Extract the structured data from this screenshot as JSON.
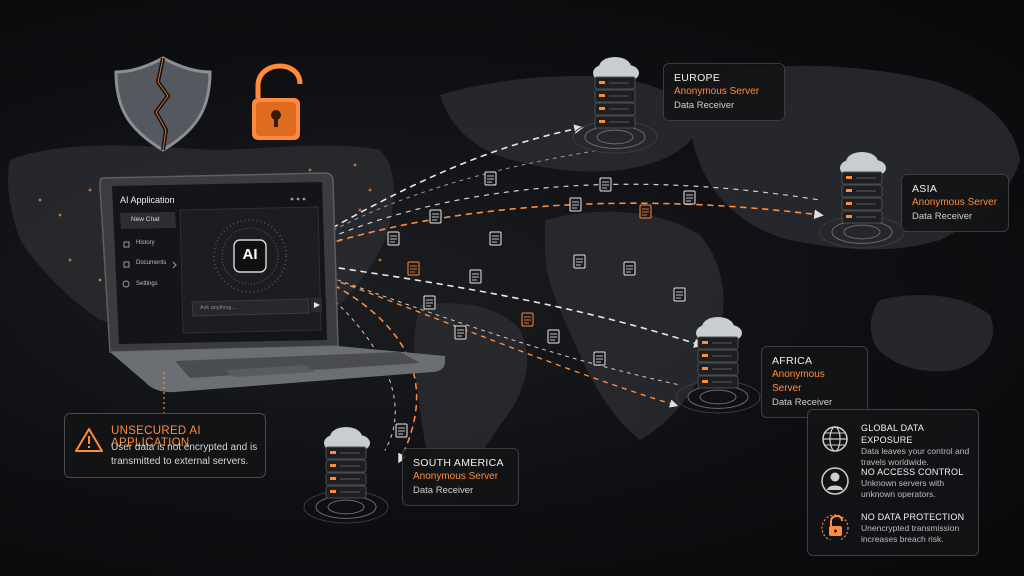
{
  "app": {
    "title": "AI Application",
    "new_chat": "New Chat",
    "nav": [
      "History",
      "Documents",
      "Settings"
    ],
    "ai_badge": "AI",
    "input_placeholder": "Ask anything..."
  },
  "servers": [
    {
      "region": "EUROPE",
      "kind": "Anonymous Server",
      "role": "Data Receiver"
    },
    {
      "region": "ASIA",
      "kind": "Anonymous Server",
      "role": "Data Receiver"
    },
    {
      "region": "AFRICA",
      "kind": "Anonymous Server",
      "role": "Data Receiver"
    },
    {
      "region": "SOUTH AMERICA",
      "kind": "Anonymous Server",
      "role": "Data Receiver"
    }
  ],
  "warning": {
    "title": "UNSECURED AI APPLICATION",
    "body": "User data is not encrypted and is transmitted to external servers."
  },
  "legend": [
    {
      "icon": "globe-icon",
      "title": "GLOBAL DATA EXPOSURE",
      "desc": "Data leaves your control and travels worldwide."
    },
    {
      "icon": "user-icon",
      "title": "NO ACCESS CONTROL",
      "desc": "Unknown servers with unknown operators."
    },
    {
      "icon": "open-lock-icon",
      "title": "NO DATA PROTECTION",
      "desc": "Unencrypted transmission increases breach risk."
    }
  ],
  "colors": {
    "accent": "#ff8a3a",
    "background": "#0d0e10",
    "panel": "#121316",
    "line": "#d9d9d9"
  }
}
